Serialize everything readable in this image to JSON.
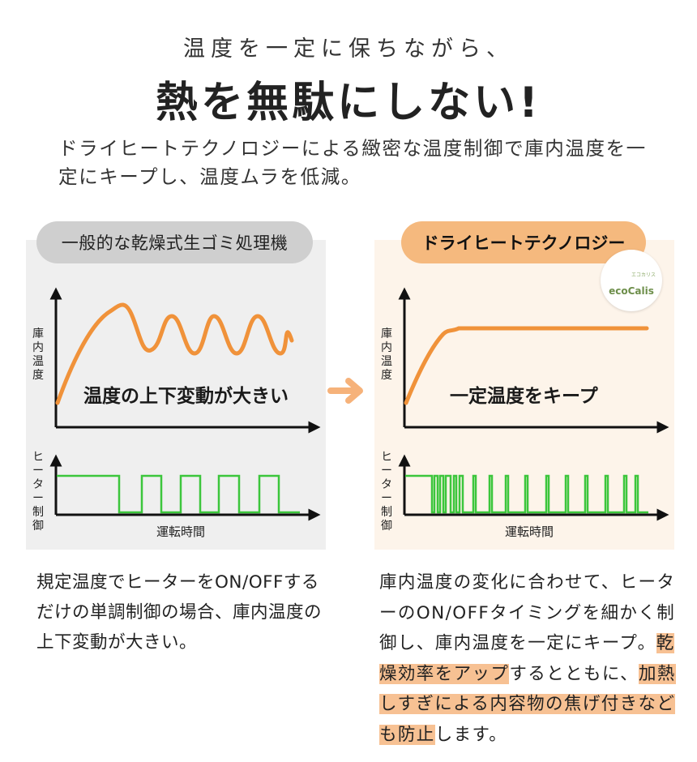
{
  "header": {
    "subtitle": "温度を一定に保ちながら、",
    "headline": "熱を無駄にしない!",
    "intro": "ドライヒートテクノロジーによる緻密な温度制御で庫内温度を一定にキープし、温度ムラを低減。"
  },
  "left_panel": {
    "label": "一般的な乾燥式生ゴミ処理機",
    "overlay": "温度の上下変動が大きい",
    "y_label_top": "庫内温度",
    "y_label_bottom": "ヒーター制御",
    "x_label": "運転時間",
    "description": "規定温度でヒーターをON/OFFするだけの単調制御の場合、庫内温度の上下変動が大きい。"
  },
  "right_panel": {
    "label": "ドライヒートテクノロジー",
    "overlay": "一定温度をキープ",
    "y_label_top": "庫内温度",
    "y_label_bottom": "ヒーター制御",
    "x_label": "運転時間",
    "description": {
      "part1": "庫内温度の変化に合わせて、ヒーターのON/OFFタイミングを細かく制御し、庫内温度を一定にキープ。",
      "highlight1": "乾燥効率をアップ",
      "part2": "するとともに、",
      "highlight2": "加熱しすぎによる内容物の焦げ付きなども防止",
      "part3": "します。"
    }
  },
  "badge": {
    "small": "エコカリス",
    "name": "ecoCalis"
  },
  "colors": {
    "temperature_line": "#f0923a",
    "heater_line": "#3cc63c",
    "arrow": "#f6b27a",
    "highlight": "#f7c193"
  }
}
